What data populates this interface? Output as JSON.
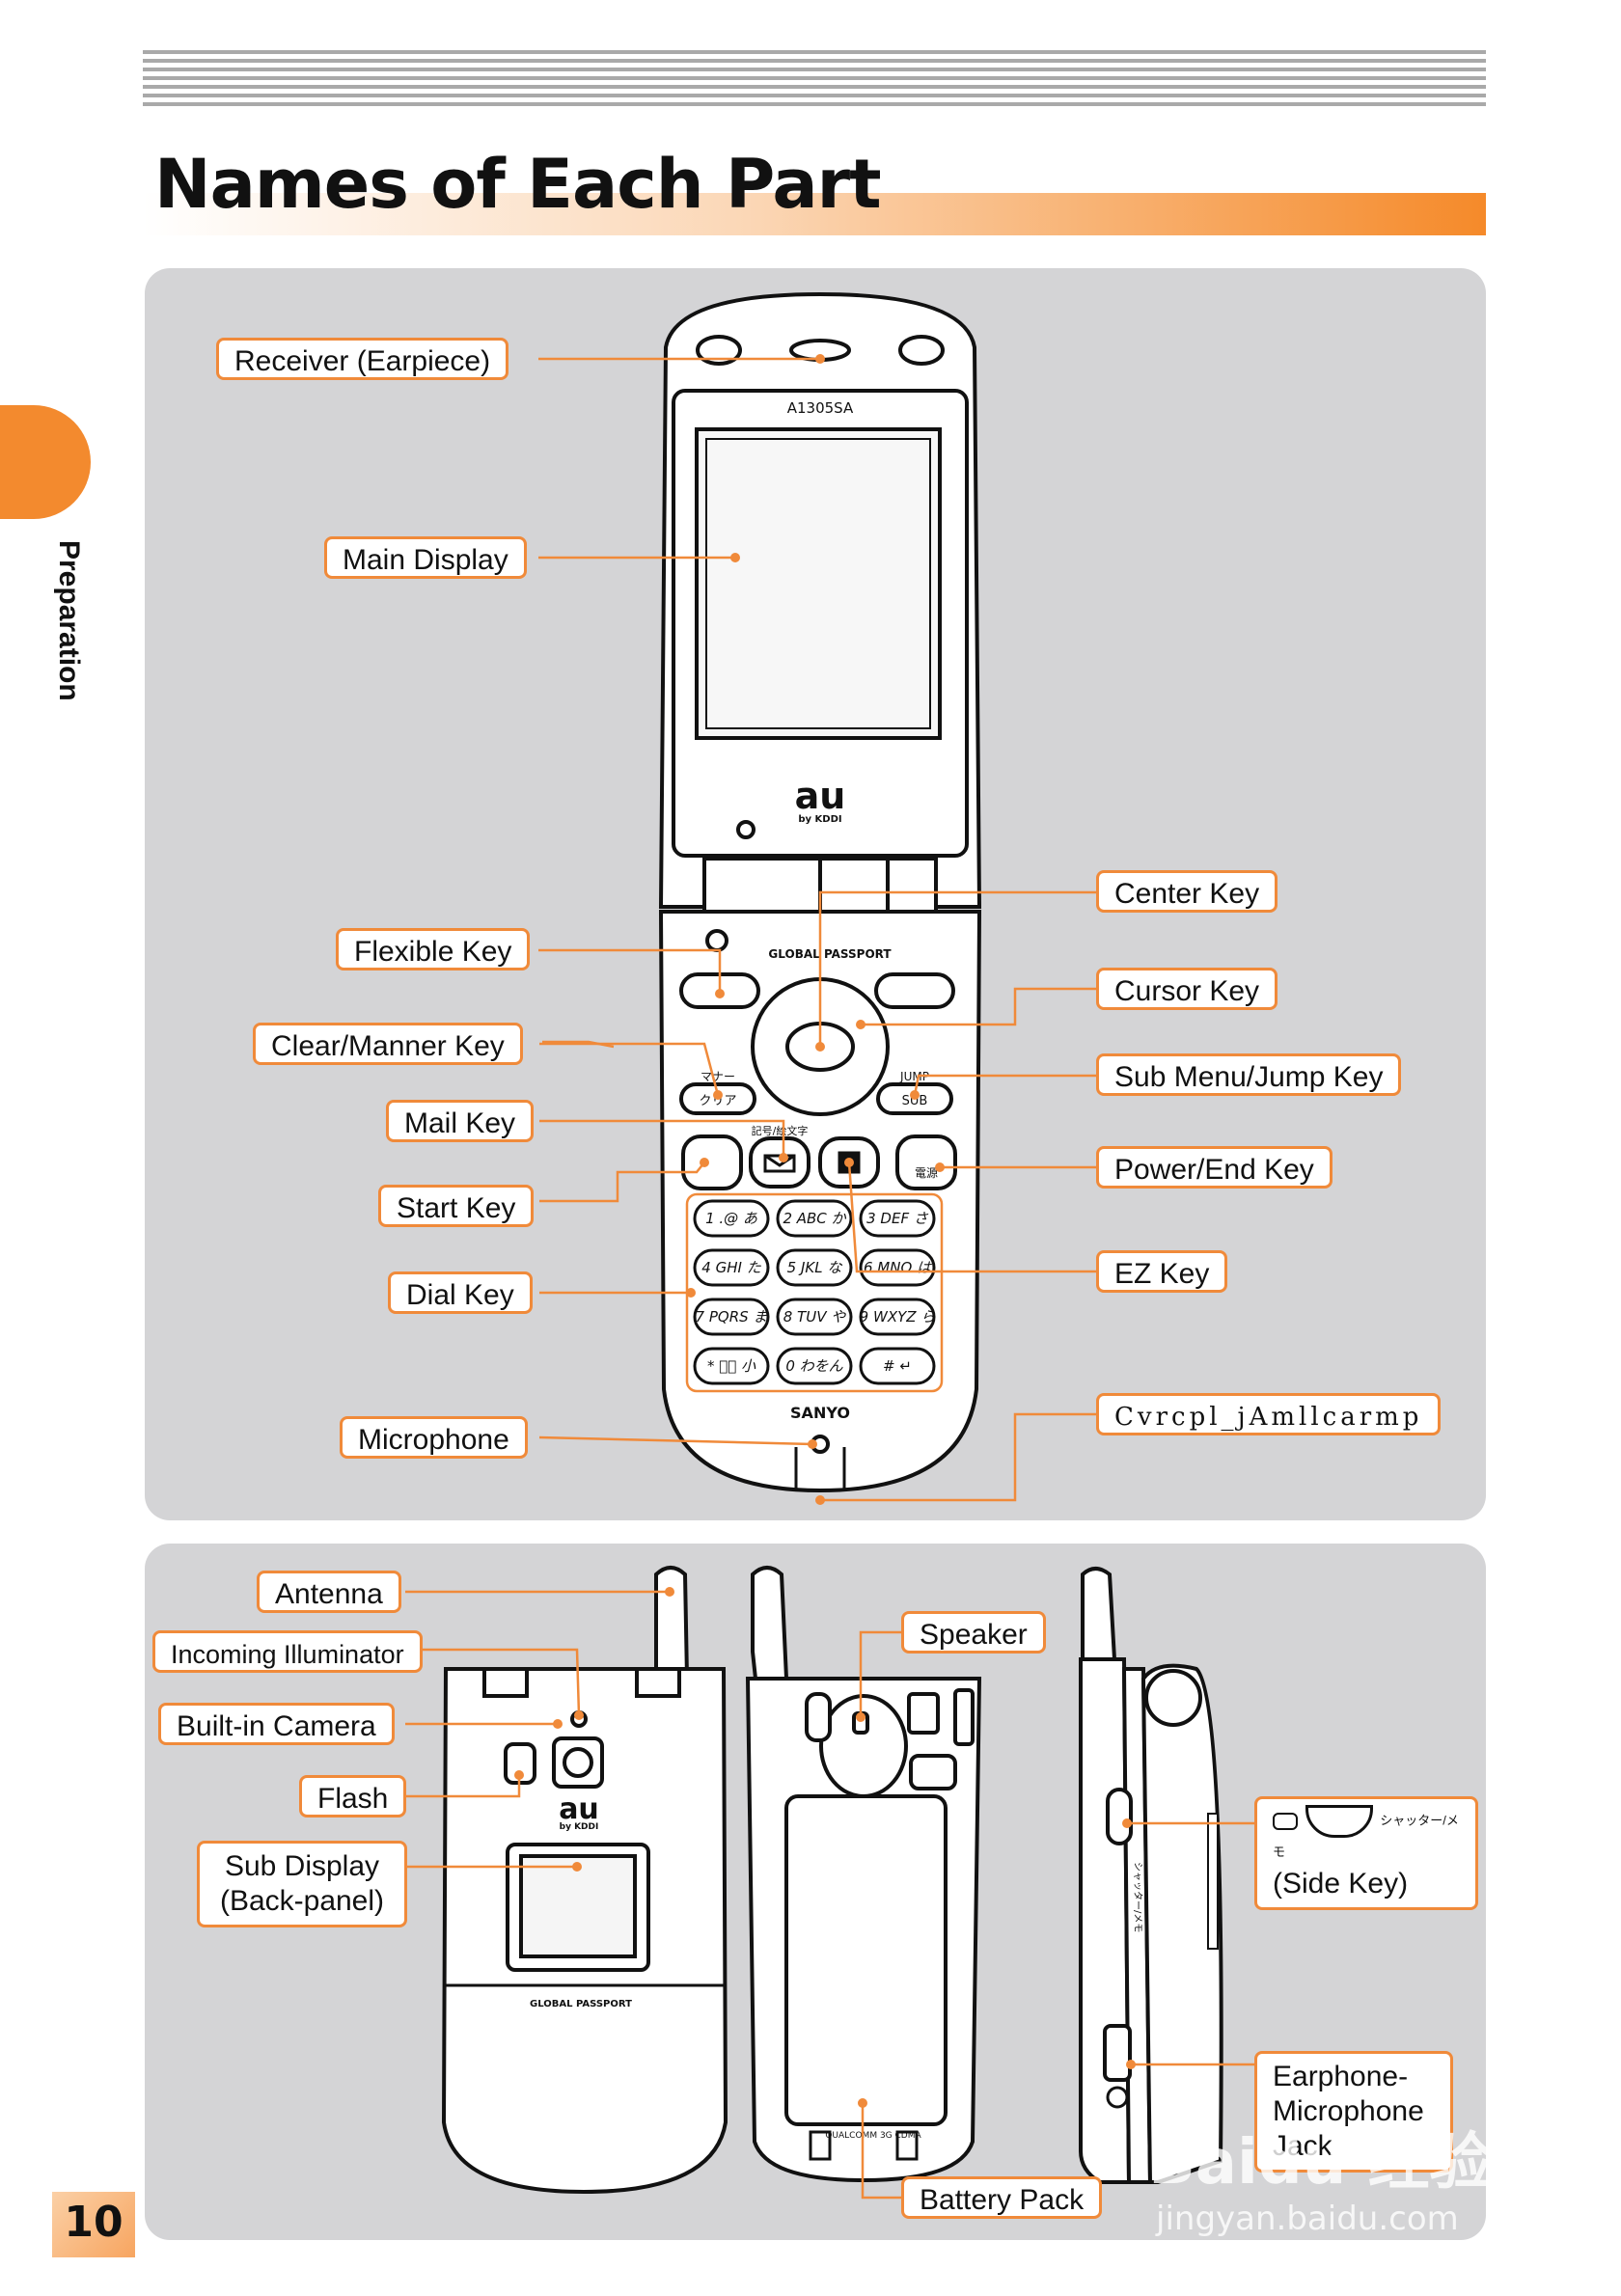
{
  "page": {
    "title": "Names of Each Part",
    "section_tab": "Preparation",
    "page_number": "10"
  },
  "phone_front": {
    "model": "A1305SA",
    "brand_logo": "au",
    "brand_sub": "by KDDI",
    "passport": "GLOBAL PASSPORT",
    "maker": "SANYO",
    "keys": {
      "manner": "マナー",
      "clear": "クリア",
      "jump": "JUMP",
      "sub": "SUB",
      "kigou": "記号/絵文字",
      "power": "電源"
    },
    "dial": [
      "1 .@ あ",
      "2 ABC か",
      "3 DEF さ",
      "4 GHI た",
      "5 JKL な",
      "6 MNO は",
      "7 PQRS ま",
      "8 TUV や",
      "9 WXYZ ら",
      "* ﾞﾟ 小",
      "0 わをん",
      "# ↵"
    ]
  },
  "labels_top": {
    "receiver": "Receiver (Earpiece)",
    "main_display": "Main Display",
    "flexible_key": "Flexible Key",
    "clear_manner_key": "Clear/Manner Key",
    "mail_key": "Mail Key",
    "start_key": "Start Key",
    "dial_key": "Dial Key",
    "microphone": "Microphone",
    "center_key": "Center Key",
    "cursor_key": "Cursor Key",
    "sub_menu_jump_key": "Sub Menu/Jump Key",
    "power_end_key": "Power/End Key",
    "ez_key": "EZ Key",
    "garbled": "Cvrcpl_jAmllcarmp"
  },
  "labels_bottom": {
    "antenna": "Antenna",
    "incoming_illuminator": "Incoming Illuminator",
    "builtin_camera": "Built-in Camera",
    "flash": "Flash",
    "sub_display": "Sub Display (Back-panel)",
    "speaker": "Speaker",
    "battery_pack": "Battery Pack",
    "side_key_glyph": "シャッター/メモ",
    "side_key": "(Side Key)",
    "earphone_jack": "Earphone-Microphone Jack"
  },
  "phone_back": {
    "passport": "GLOBAL PASSPORT",
    "qualcomm": "QUALCOMM 3G CDMA",
    "side_text": "シャッター/メモ"
  },
  "watermark": {
    "main": "Baidu 经验",
    "sub": "jingyan.baidu.com"
  },
  "colors": {
    "accent": "#f08a3a",
    "panel": "#d4d4d6",
    "tab": "#f38a2e"
  }
}
